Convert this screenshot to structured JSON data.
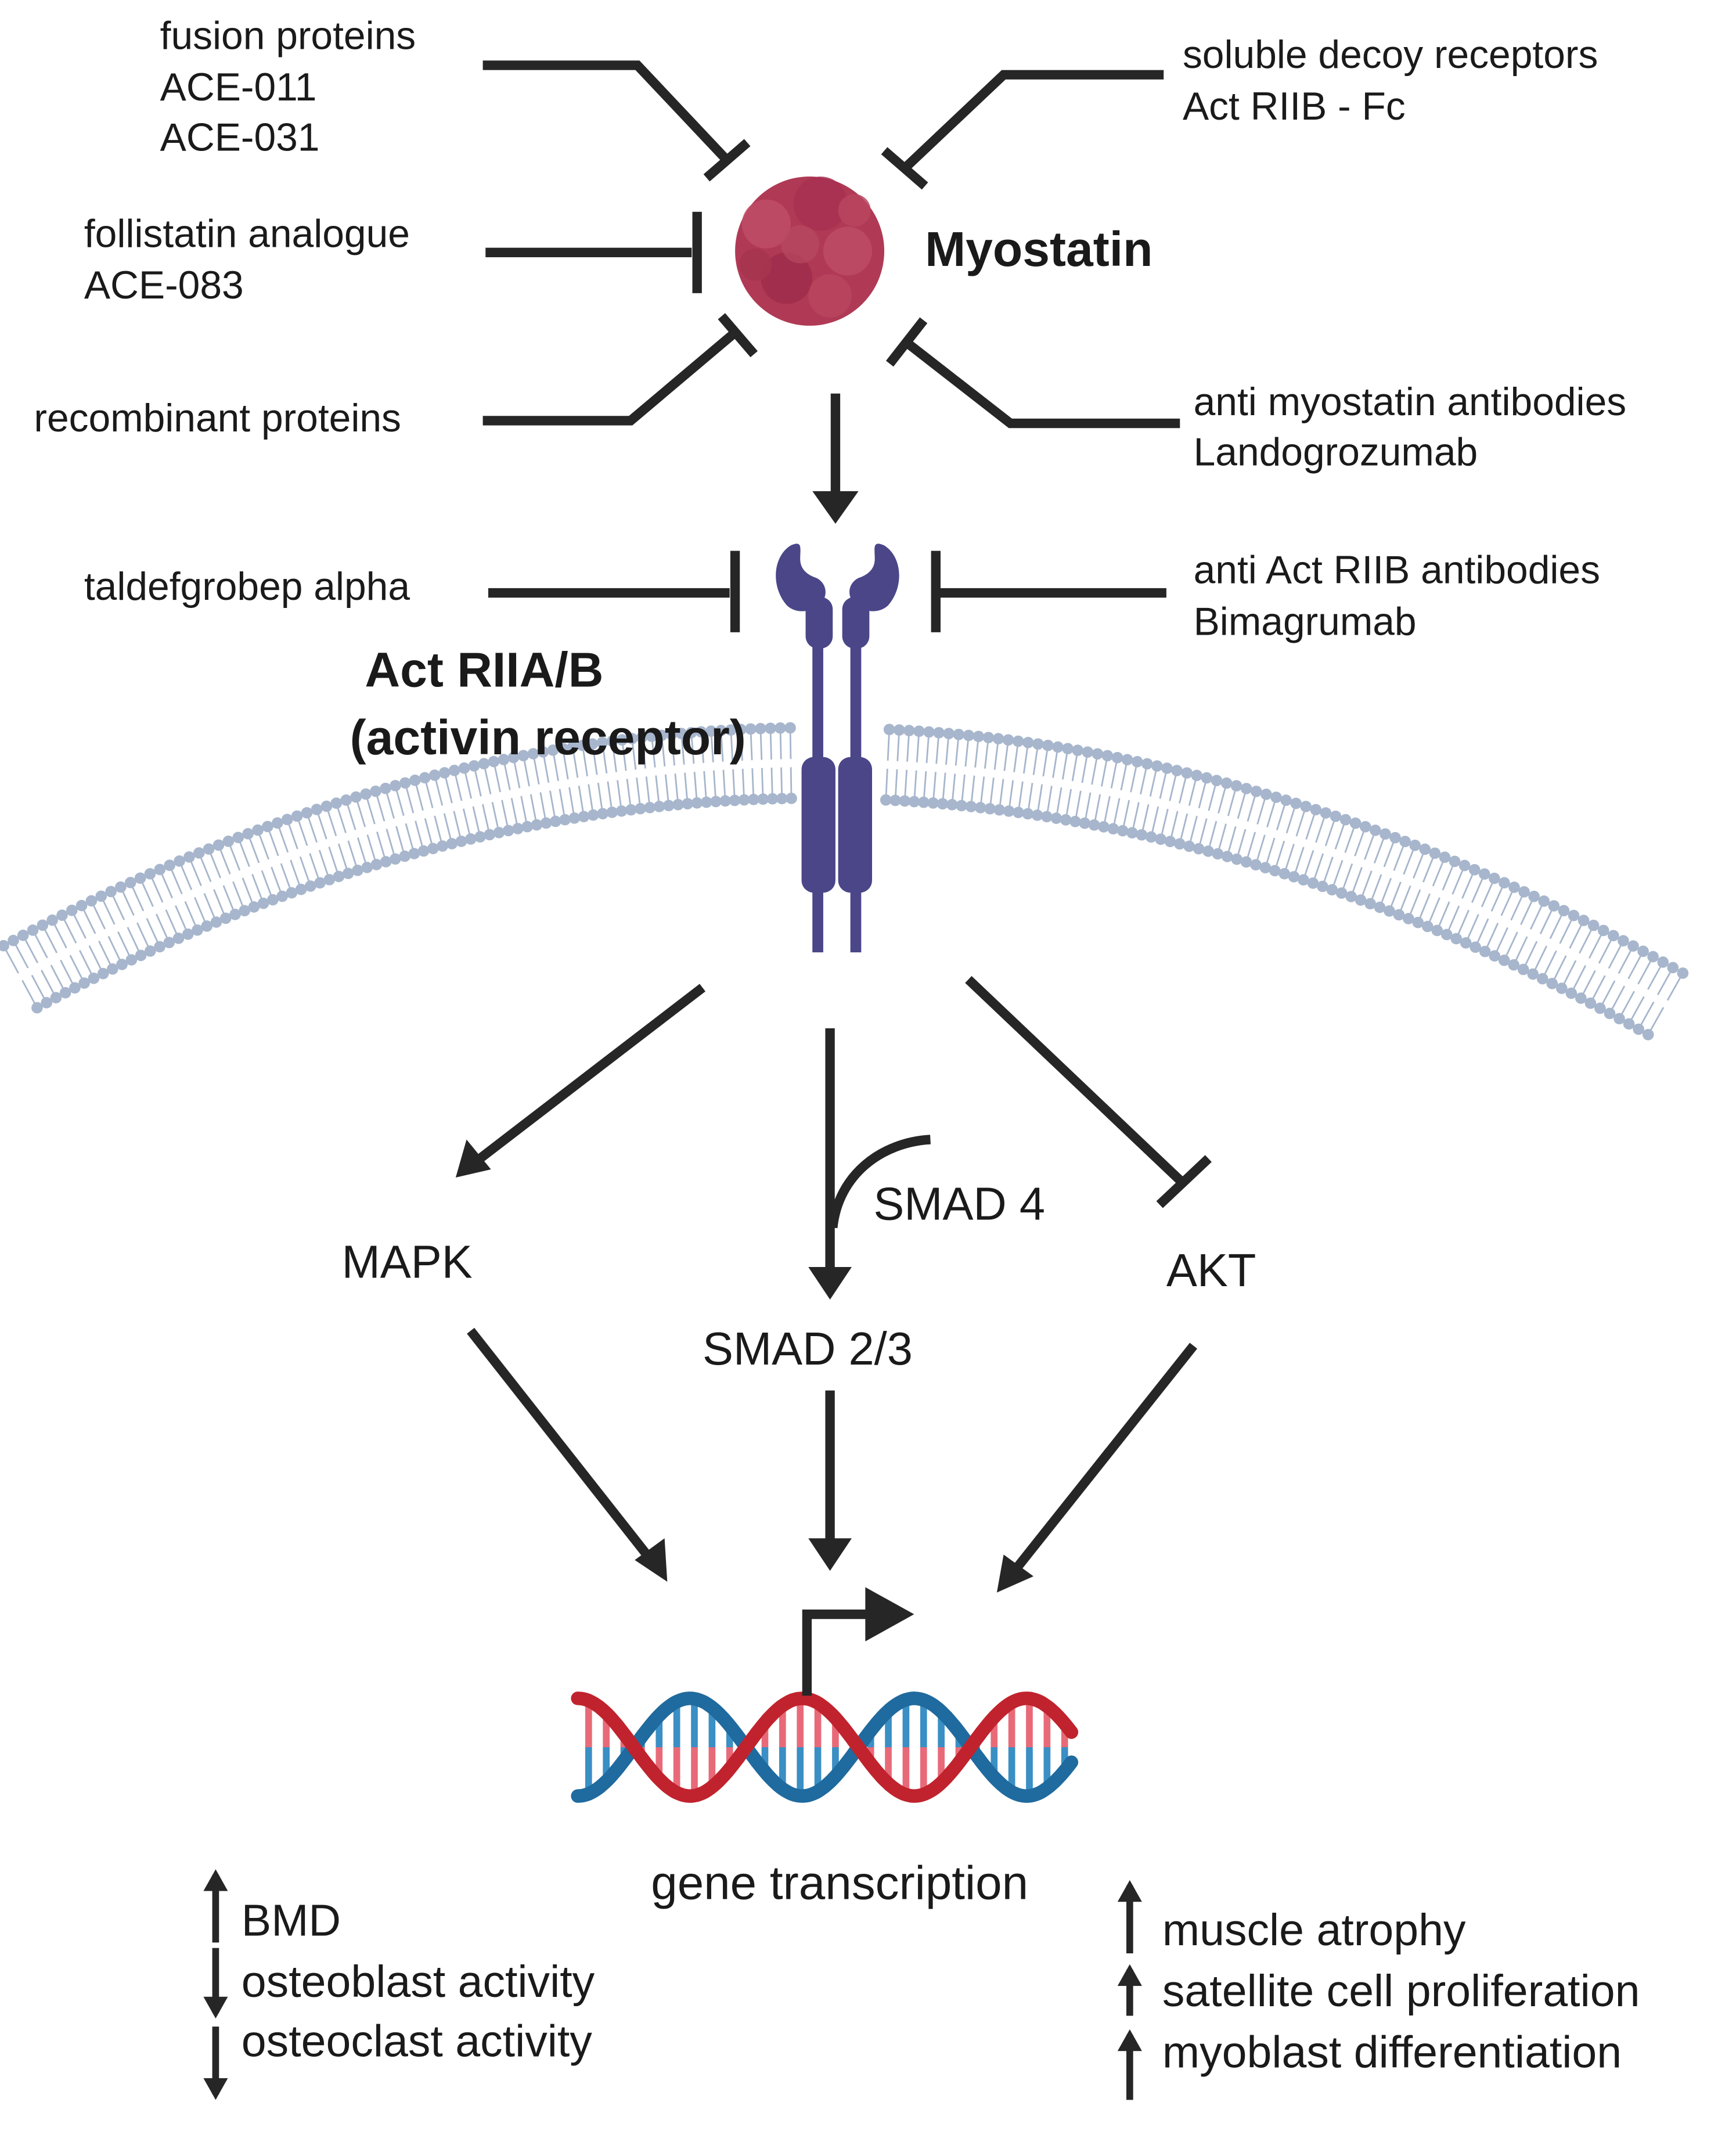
{
  "ligand": {
    "name": "Myostatin",
    "color": "#b03a55"
  },
  "receptor": {
    "name_line1": "Act RIIA/B",
    "name_line2": "(activin receptor)",
    "color": "#4a4688"
  },
  "inhibitors_myostatin": {
    "fusion": [
      "fusion proteins",
      "ACE-011",
      "ACE-031"
    ],
    "follistatin": [
      "follistatin analogue",
      "ACE-083"
    ],
    "recombinant": [
      "recombinant proteins"
    ],
    "decoy": [
      "soluble decoy receptors",
      "Act RIIB - Fc"
    ],
    "antibodies": [
      "anti myostatin antibodies",
      "Landogrozumab"
    ]
  },
  "inhibitors_receptor": {
    "left": [
      "taldefgrobep alpha"
    ],
    "right": [
      "anti Act RIIB antibodies",
      "Bimagrumab"
    ]
  },
  "pathways": {
    "mapk": "MAPK",
    "smad23": "SMAD 2/3",
    "smad4": "SMAD 4",
    "akt": "AKT"
  },
  "gene": {
    "label": "gene transcription",
    "strand_red": "#c0232d",
    "strand_blue": "#1f6a9e"
  },
  "bone_effects": [
    {
      "arrow": "up",
      "text": "BMD"
    },
    {
      "arrow": "down",
      "text": "osteoblast activity"
    },
    {
      "arrow": "down",
      "text": "osteoclast activity"
    }
  ],
  "muscle_effects": [
    {
      "arrow": "up",
      "text": "muscle atrophy"
    },
    {
      "arrow": "up",
      "text": "satellite cell proliferation"
    },
    {
      "arrow": "up",
      "text": "myoblast differentiation"
    }
  ],
  "membrane_color": "#a7b6cc"
}
